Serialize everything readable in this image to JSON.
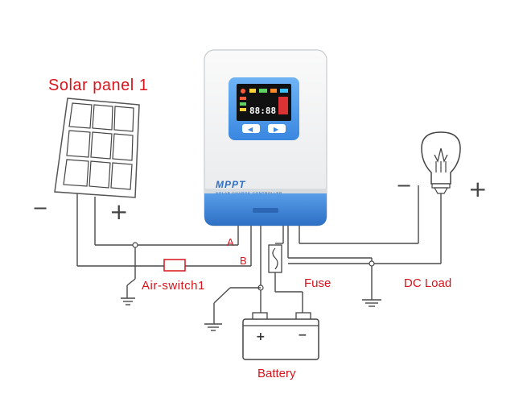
{
  "labels": {
    "solar_panel": "Solar panel 1",
    "air_switch": "Air-switch1",
    "fuse": "Fuse",
    "dc_load": "DC Load",
    "battery": "Battery",
    "terminal_a": "A",
    "terminal_b": "B"
  },
  "polarity": {
    "minus": "−",
    "plus": "+"
  },
  "controller": {
    "brand": "MPPT",
    "subtitle": "SOLAR CHARGE CONTROLLER",
    "display_digits": "88:88",
    "left_button": "◀",
    "right_button": "▶"
  },
  "colors": {
    "label_red": "#d8141c",
    "controller_blue": "#3f86d8",
    "wire": "#4a4a4a"
  }
}
